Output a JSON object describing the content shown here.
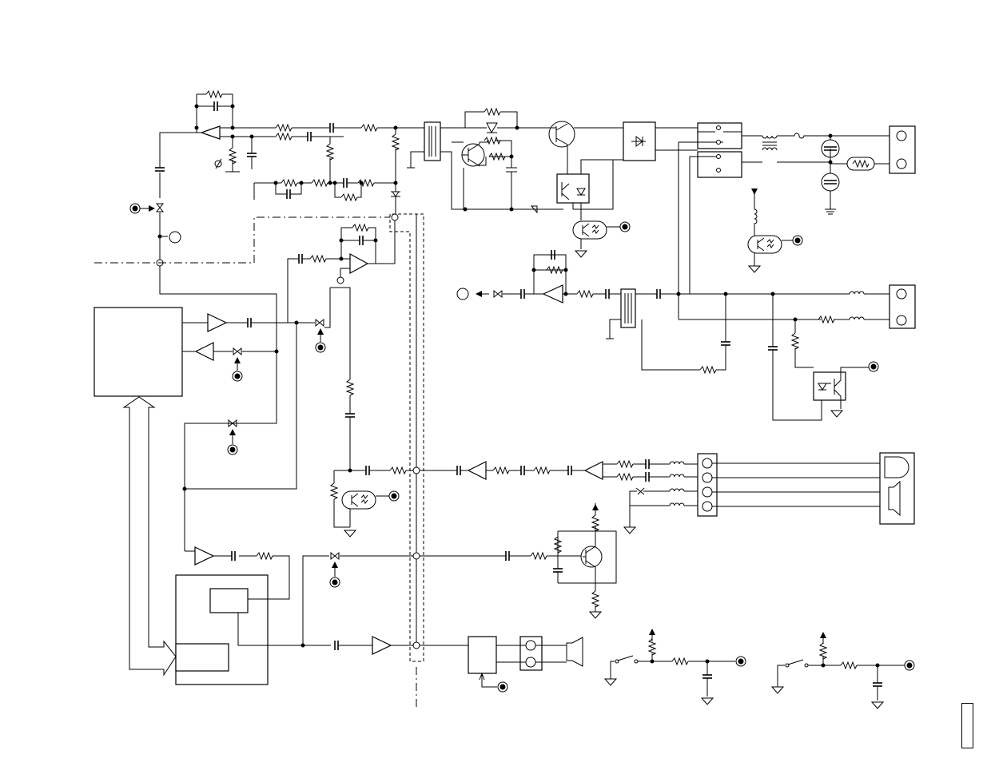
{
  "diagram": {
    "kind": "electrical-schematic",
    "blocks": [
      {
        "id": "ic-main",
        "label": ""
      },
      {
        "id": "dsp-block",
        "label": ""
      },
      {
        "id": "sub-block-upper",
        "label": ""
      },
      {
        "id": "sub-block-lower",
        "label": ""
      },
      {
        "id": "speaker-driver-box",
        "label": ""
      },
      {
        "id": "bridge-rectifier",
        "label": ""
      },
      {
        "id": "relay-upper",
        "label": ""
      },
      {
        "id": "relay-lower",
        "label": ""
      }
    ],
    "connectors": [
      {
        "id": "line-jack-top",
        "pins": 2
      },
      {
        "id": "line-jack-mid",
        "pins": 2
      },
      {
        "id": "handset-terminal",
        "pins": 4
      },
      {
        "id": "speaker-terminal",
        "pins": 2
      }
    ],
    "symbols": {
      "transistors": 3,
      "op_amps": 2,
      "buffer_amps": 6,
      "optocouplers": 5,
      "transformers": 3,
      "switches": 2,
      "neon_lamps": 2,
      "fuse": 1
    },
    "page_tab_label": ""
  }
}
